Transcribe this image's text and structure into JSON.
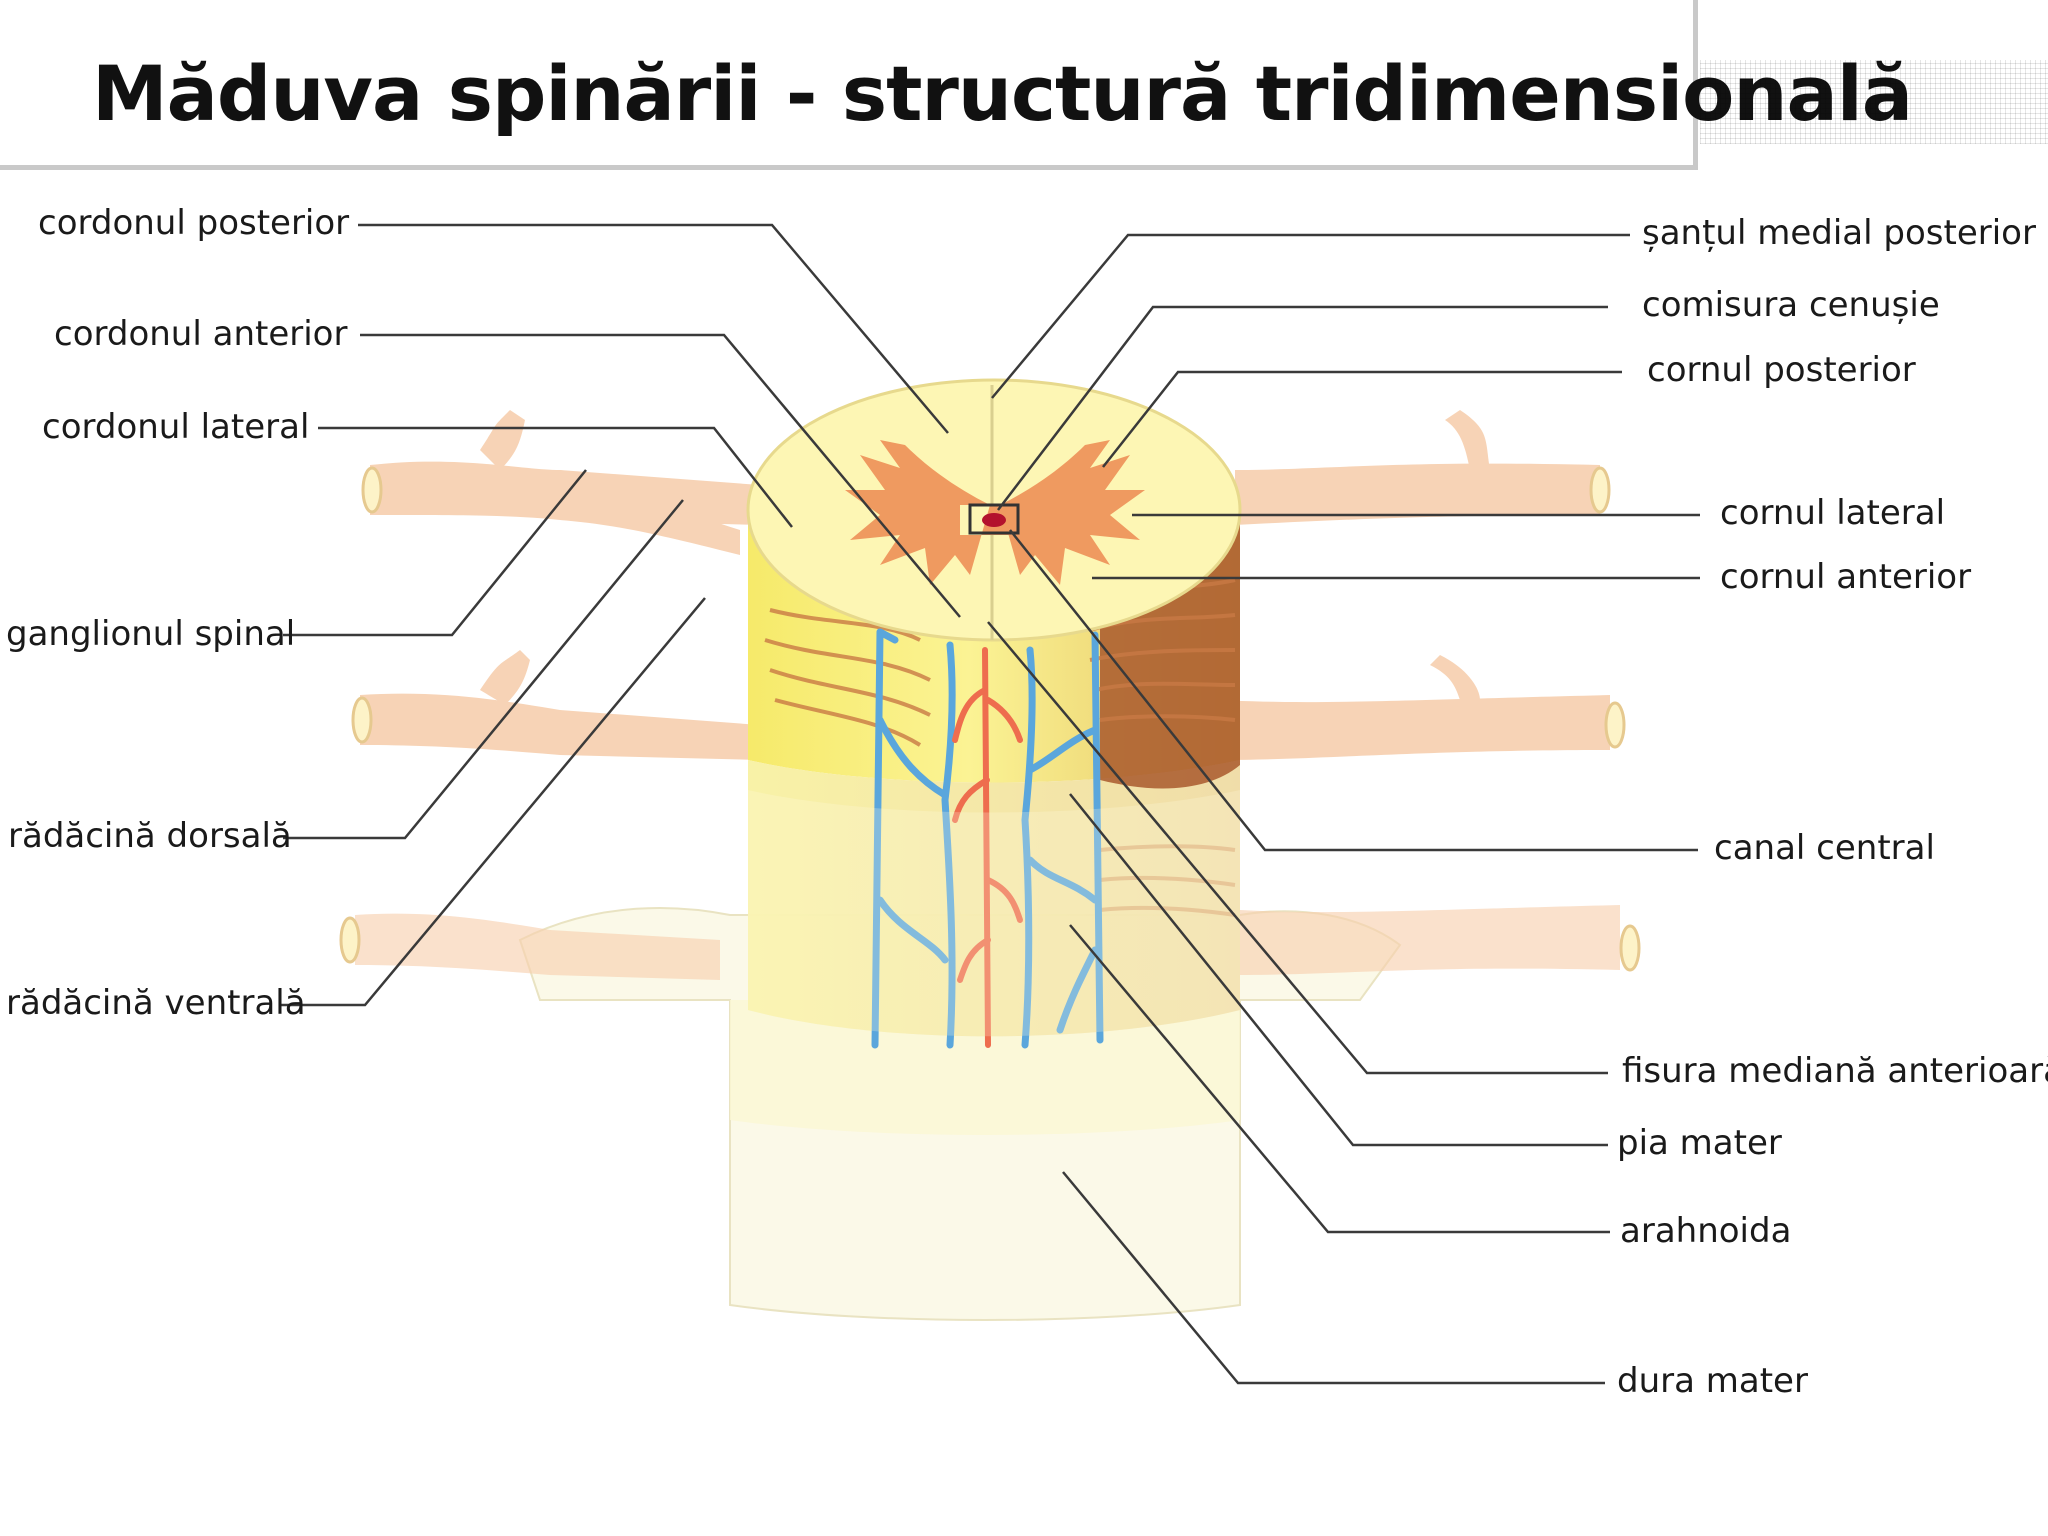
{
  "title": "Măduva spinării - structură tridimensională",
  "colors": {
    "white_matter": "#fbf28f",
    "grey_matter": "#ee9a62",
    "nerve_roots": "#f6cfae",
    "blood_vessel_vein": "#5aa6dc",
    "blood_vessel_artery": "#ee6d4e",
    "leader_line": "#3a3a3a"
  },
  "labels": {
    "cordonul_posterior": "cordonul posterior",
    "cordonul_anterior": "cordonul anterior",
    "cordonul_lateral": "cordonul lateral",
    "ganglionul_spinal": "ganglionul spinal",
    "radacina_dorsala": "rădăcină dorsală",
    "radacina_ventrala": "rădăcină ventrală",
    "santul_medial_posterior": "șanțul medial posterior",
    "comisura_cenusie": "comisura cenușie",
    "cornul_posterior": "cornul posterior",
    "cornul_lateral": "cornul lateral",
    "cornul_anterior": "cornul anterior",
    "canal_central": "canal central",
    "fisura_mediana_anterioara": "fisura mediană anterioară",
    "pia_mater": "pia mater",
    "arahnoida": "arahnoida",
    "dura_mater": "dura mater"
  }
}
